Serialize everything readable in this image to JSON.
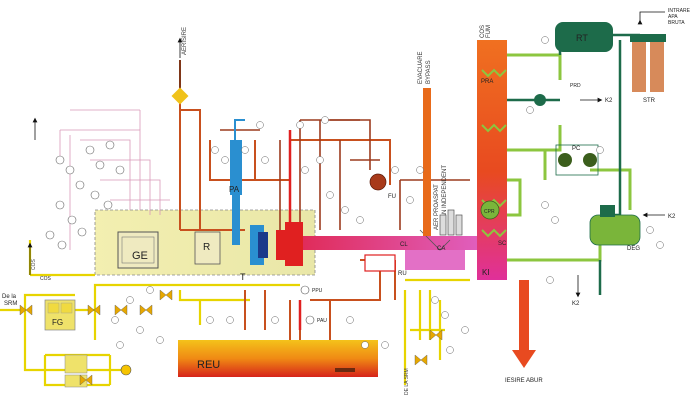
{
  "labels": {
    "ge": "GE",
    "fg": "FG",
    "r": "R",
    "pa": "PA",
    "t": "T",
    "fu": "FU",
    "reu": "REU",
    "rt": "RT",
    "pc": "PC",
    "deg": "DEG",
    "str": "STR",
    "prd": "PRD",
    "pra": "PRA",
    "cpr": "CPR",
    "ki": "KI",
    "ru": "RU",
    "cl": "CL",
    "sc": "SC",
    "ca": "CA",
    "ppu": "PPU",
    "pau": "PAU",
    "k2_a": "K2",
    "k2_b": "K2",
    "k2_c": "K2",
    "aerisire": "AERISIRE",
    "evacuare_bypass_1": "EVACUARE",
    "evacuare_bypass_2": "BYPASS",
    "aer_proaspat_1": "AER PROASPAT",
    "aer_proaspat_2": "CAZAN INDEPENDENT",
    "cos_fum_1": "COS",
    "cos_fum_2": "FUM",
    "intrare_1": "INTRARE",
    "intrare_2": "APA",
    "intrare_3": "BRUTA",
    "de_la_srm_1": "De la",
    "de_la_srm_2": "SRM",
    "de_la_srm_bottom": "DE LA SRM",
    "iesire_abur": "IESIRE ABUR",
    "cos_left": "COS",
    "cos_mid": "COS"
  },
  "colors": {
    "yellow": "#e7d400",
    "orange": "#e0601a",
    "brown": "#9c3b1e",
    "red": "#e02020",
    "pink": "#e060c0",
    "magenta": "#c0186a",
    "green": "#8cc63f",
    "darkgreen": "#1d6b4a",
    "blue": "#2a8fd0",
    "navy": "#1b3a8a",
    "gray": "#888888",
    "pinkline": "#d999b9"
  }
}
